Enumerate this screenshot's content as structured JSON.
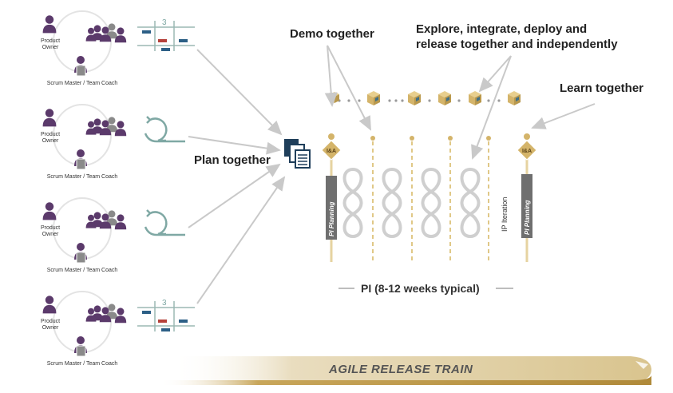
{
  "labels": {
    "demo": "Demo together",
    "explore_line1": "Explore, integrate, deploy and",
    "explore_line2": "release together and independently",
    "learn": "Learn together",
    "plan": "Plan together",
    "pi_span": "PI (8-12 weeks typical)",
    "art": "AGILE RELEASE TRAIN"
  },
  "teams": [
    {
      "product_owner": "Product Owner",
      "scrum_master": "Scrum Master / Team Coach",
      "method": "kanban",
      "kanban_header": "3"
    },
    {
      "product_owner": "Product Owner",
      "scrum_master": "Scrum Master / Team Coach",
      "method": "scrum"
    },
    {
      "product_owner": "Product Owner",
      "scrum_master": "Scrum Master / Team Coach",
      "method": "scrum"
    },
    {
      "product_owner": "Product Owner",
      "scrum_master": "Scrum Master / Team Coach",
      "method": "kanban",
      "kanban_header": "3"
    }
  ],
  "timeline": {
    "pi_planning_left": "PI Planning",
    "pi_planning_right": "PI Planning",
    "ia_badge": "I&A",
    "ip_iteration": "IP Iteration",
    "iterations": 4
  },
  "colors": {
    "gold": "#D4B46A",
    "purple": "#5B3A6B",
    "gray": "#8A8A8A",
    "teal": "#7FA8A4",
    "navy": "#1F3E5A",
    "red": "#B5413A",
    "blue": "#2C5F86"
  }
}
